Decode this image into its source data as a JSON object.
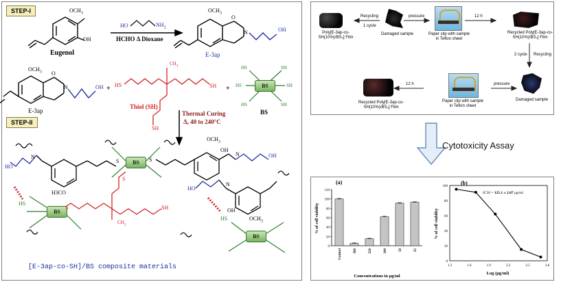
{
  "left": {
    "step1": "STEP-I",
    "step2": "STEP-II",
    "och3": "OCH",
    "three": "3",
    "oh": "OH",
    "ho": "HO",
    "nh2": "NH",
    "two": "2",
    "reagents": "HCHO  Δ  Dioxane",
    "eugenol": "Eugenol",
    "e3ap": "E-3ap",
    "o": "O",
    "n": "N",
    "plus": "+",
    "thiol_label": "Thiol (SH)",
    "bs_label": "BS",
    "bs": "BS",
    "sh": "SH",
    "hs": "HS",
    "s": "S",
    "ch3": "CH",
    "h3co": "H3CO",
    "curing_1": "Thermal Curing",
    "curing_2": "Δ, 40 to 240°C",
    "composite": "[E-3ap-co-SH]/BS composite materials"
  },
  "right": {
    "film_caption": "Poly[E-3ap-co-SH(10%)/BS₃] Film",
    "recycling": "Recycling",
    "one_cycle": "1 cycle",
    "damaged": "Damaged sample",
    "pressure": "pressure",
    "paper_clip": "Paper clip with sample in Teflon sheet",
    "twelve_h": "12 h",
    "recycled": "Recycled Poly[E-3ap-co-SH(10%)/BS₃] Film",
    "two_cycle": "2 cycle",
    "cytotoxicity": "Cytotoxicity Assay"
  },
  "chart_data": [
    {
      "type": "bar",
      "panel_label": "(a)",
      "categories": [
        "Control",
        "500",
        "250",
        "100",
        "50",
        "25"
      ],
      "values": [
        100,
        5,
        15,
        62,
        91,
        93
      ],
      "errors": [
        1,
        1,
        1,
        1,
        1,
        1
      ],
      "xlabel": "Concentrations in μg/ml",
      "ylabel": "% of cell viability",
      "ylim": [
        0,
        120
      ],
      "yticks": [
        "0",
        "20",
        "40",
        "60",
        "80",
        "100",
        "120"
      ]
    },
    {
      "type": "line",
      "panel_label": "(b)",
      "x": [
        1.4,
        1.7,
        2.0,
        2.4,
        2.7
      ],
      "y": [
        95,
        91,
        62,
        15,
        5
      ],
      "xlabel": "Log (μg/ml)",
      "ylabel": "% of cell viability",
      "xlim": [
        1.3,
        2.8
      ],
      "ylim": [
        0,
        100
      ],
      "xticks": [
        "1.3",
        "1.6",
        "1.9",
        "2.2",
        "2.5",
        "2.8"
      ],
      "yticks": [
        "0",
        "20",
        "40",
        "60",
        "80",
        "100"
      ],
      "annotation_prefix": "IC50 = ",
      "annotation_value": "125.1 ± 2.07",
      "annotation_unit": " μg/ml"
    }
  ]
}
